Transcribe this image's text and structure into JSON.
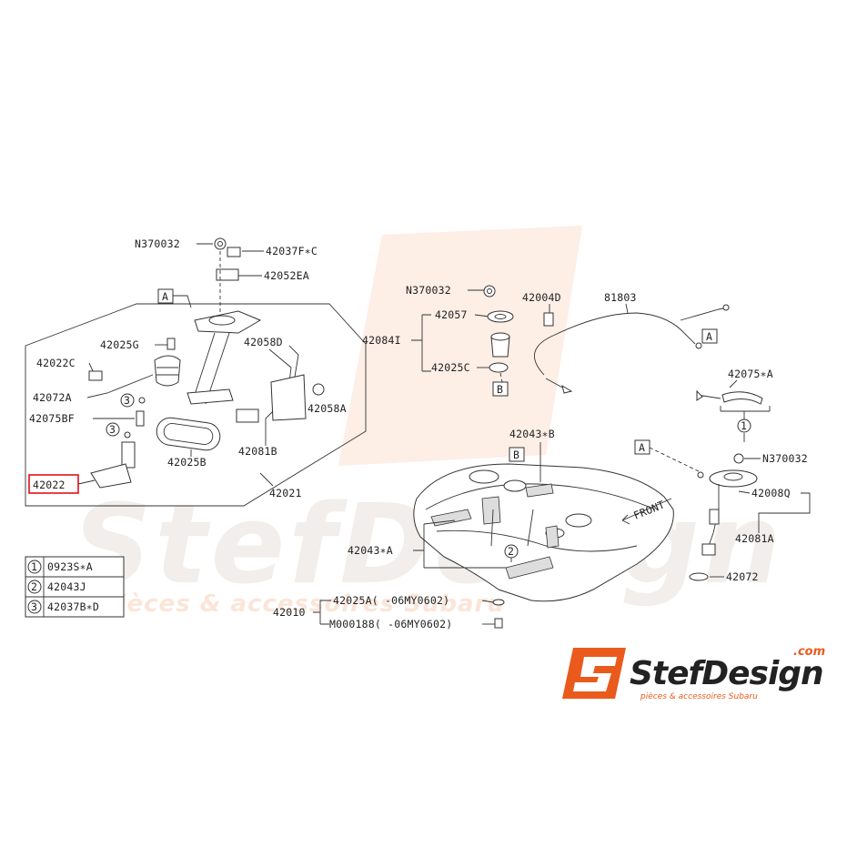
{
  "colors": {
    "watermark": "#f3ebe6",
    "watermark_logo": "#fbe3d6",
    "brand_orange": "#ea5a1c",
    "brand_text": "#222222",
    "highlight": "#e0101a",
    "line": "#333333"
  },
  "watermark": {
    "brand": "StefDesign",
    "tagline": "pièces & accessoires Subaru"
  },
  "ref_boxes": {
    "A": "A",
    "B": "B"
  },
  "circled": {
    "one": "1",
    "two": "2",
    "three": "3"
  },
  "labels": {
    "n370032_top": "N370032",
    "p42037fc": "42037F∗C",
    "p42052ea": "42052EA",
    "p42025g": "42025G",
    "p42058d": "42058D",
    "p42022c": "42022C",
    "p42072a": "42072A",
    "p42075bf": "42075BF",
    "p42058a": "42058A",
    "p42025b": "42025B",
    "p42081b": "42081B",
    "p42022": "42022",
    "p42021": "42021",
    "n370032_mid": "N370032",
    "p42004d": "42004D",
    "p81803": "81803",
    "p42057": "42057",
    "p42084i": "42084I",
    "p42025c": "42025C",
    "p42075a": "42075∗A",
    "p42043b": "42043∗B",
    "n370032_right": "N370032",
    "p42008q": "42008Q",
    "p42081a": "42081A",
    "p42072": "42072",
    "p42043a": "42043∗A",
    "p42010": "42010",
    "p42025a_note": "42025A( -06MY0602)",
    "m000188_note": "M000188( -06MY0602)",
    "front": "FRONT"
  },
  "legend": {
    "items": [
      {
        "num": "1",
        "code": "0923S∗A"
      },
      {
        "num": "2",
        "code": "42043J"
      },
      {
        "num": "3",
        "code": "42037B∗D"
      }
    ]
  },
  "logo": {
    "brand": "StefDesign",
    "domain": ".com",
    "tagline": "pièces & accessoires Subaru"
  }
}
